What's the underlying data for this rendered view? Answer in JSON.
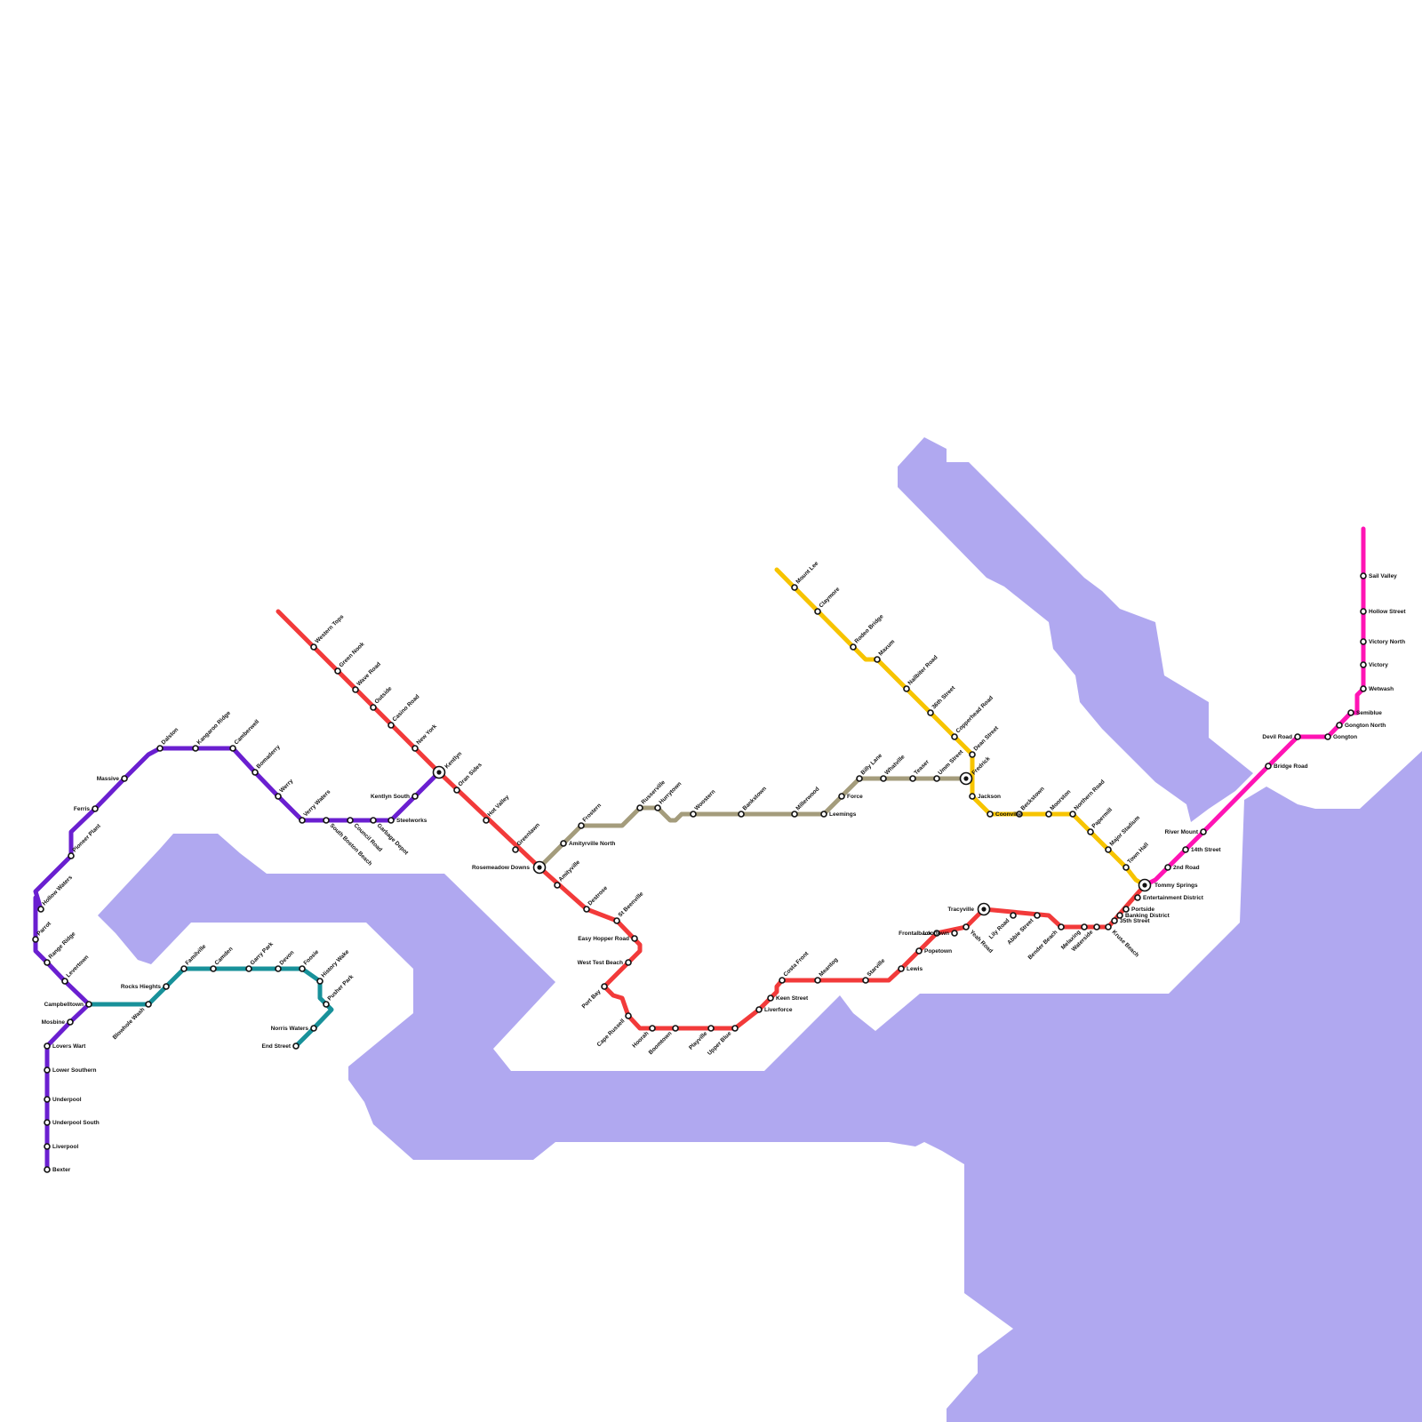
{
  "colors": {
    "background": "#ffffff",
    "water": "#b0a8f0",
    "purple": "#6a1fd0",
    "red": "#f23a3a",
    "teal": "#18919a",
    "yellow": "#f7c400",
    "taupe": "#a49c7c",
    "magenta": "#ff14b4"
  },
  "lines": [
    {
      "id": "purple",
      "color": "#6a1fd0",
      "stations": [
        {
          "name": "Bexter"
        },
        {
          "name": "Liverpool"
        },
        {
          "name": "Underpool South"
        },
        {
          "name": "Underpool"
        },
        {
          "name": "Lower Southern"
        },
        {
          "name": "Lovers Wart"
        },
        {
          "name": "Mosbine"
        },
        {
          "name": "Campbelltown"
        },
        {
          "name": "Levertown"
        },
        {
          "name": "Range Ridge"
        },
        {
          "name": "Parrot"
        },
        {
          "name": "Hollow Waters"
        },
        {
          "name": "Pioneer Plant"
        },
        {
          "name": "Ferris"
        },
        {
          "name": "Massive"
        },
        {
          "name": "Dalston"
        },
        {
          "name": "Kangaroo Ridge"
        },
        {
          "name": "Camberwell"
        },
        {
          "name": "Bomaderry"
        },
        {
          "name": "Werry"
        },
        {
          "name": "Verry Waters"
        },
        {
          "name": "South Boston Beach"
        },
        {
          "name": "Council Road"
        },
        {
          "name": "Garbage Depot"
        },
        {
          "name": "Steelworks"
        },
        {
          "name": "Kentlyn South"
        },
        {
          "name": "Kentlyn"
        }
      ]
    },
    {
      "id": "teal",
      "color": "#18919a",
      "stations": [
        {
          "name": "Campbelltown"
        },
        {
          "name": "Blowhole Wash"
        },
        {
          "name": "Rocks Hieghts"
        },
        {
          "name": "Familville"
        },
        {
          "name": "Camden"
        },
        {
          "name": "Garry Park"
        },
        {
          "name": "Devon"
        },
        {
          "name": "Foosie"
        },
        {
          "name": "History Wake"
        },
        {
          "name": "Pusher Park"
        },
        {
          "name": "Norris Waters"
        },
        {
          "name": "End Street"
        }
      ]
    },
    {
      "id": "red",
      "color": "#f23a3a",
      "stations": [
        {
          "name": "Western Tops"
        },
        {
          "name": "Green Nook"
        },
        {
          "name": "Wave Road"
        },
        {
          "name": "Outside"
        },
        {
          "name": "Casino Road"
        },
        {
          "name": "New York"
        },
        {
          "name": "Kentlyn"
        },
        {
          "name": "Oran Sides"
        },
        {
          "name": "Hot Valley"
        },
        {
          "name": "Greenlawn"
        },
        {
          "name": "Rosemeadow Downs"
        },
        {
          "name": "Amityville"
        },
        {
          "name": "Destrose"
        },
        {
          "name": "St Beenville"
        },
        {
          "name": "Easy Hopper Road"
        },
        {
          "name": "West Test Beach"
        },
        {
          "name": "Port Bay"
        },
        {
          "name": "Cape Russell"
        },
        {
          "name": "Hoorah"
        },
        {
          "name": "Boomtown"
        },
        {
          "name": "Playville"
        },
        {
          "name": "Upper Blue"
        },
        {
          "name": "Liverforce"
        },
        {
          "name": "Keen Street"
        },
        {
          "name": "Costa Front"
        },
        {
          "name": "Meantog"
        },
        {
          "name": "Starville"
        },
        {
          "name": "Lewis"
        },
        {
          "name": "Popetown"
        },
        {
          "name": "Frontalback"
        },
        {
          "name": "Loottown"
        },
        {
          "name": "Yeah Road"
        },
        {
          "name": "Tracyville"
        },
        {
          "name": "Lily Road"
        },
        {
          "name": "Abbie Street"
        },
        {
          "name": "Bender Beach"
        },
        {
          "name": "Melaxing"
        },
        {
          "name": "Waterside"
        },
        {
          "name": "Kruse Beach"
        },
        {
          "name": "35th Street"
        },
        {
          "name": "Banking District"
        },
        {
          "name": "Portside"
        },
        {
          "name": "Entertainment District"
        },
        {
          "name": "Tommy Springs"
        }
      ]
    },
    {
      "id": "taupe",
      "color": "#a49c7c",
      "stations": [
        {
          "name": "Rosemeadow Downs"
        },
        {
          "name": "Amityrville North"
        },
        {
          "name": "Frostern"
        },
        {
          "name": "Russerville"
        },
        {
          "name": "Hurrytown"
        },
        {
          "name": "Woostern"
        },
        {
          "name": "Bankstown"
        },
        {
          "name": "Millerwood"
        },
        {
          "name": "Leemings"
        },
        {
          "name": "Force"
        },
        {
          "name": "Billy Lane"
        },
        {
          "name": "Whatville"
        },
        {
          "name": "Teaser"
        },
        {
          "name": "Umm Street"
        },
        {
          "name": "Fredrick"
        }
      ]
    },
    {
      "id": "yellow",
      "color": "#f7c400",
      "stations": [
        {
          "name": "Mount Lee"
        },
        {
          "name": "Claymore"
        },
        {
          "name": "Rodeo Bridge"
        },
        {
          "name": "Maxum"
        },
        {
          "name": "Nailbiter Road"
        },
        {
          "name": "36th Street"
        },
        {
          "name": "Copperhead Road"
        },
        {
          "name": "Dean Street"
        },
        {
          "name": "Fredrick"
        },
        {
          "name": "Jackson"
        },
        {
          "name": "Coonville"
        },
        {
          "name": "Beckstown"
        },
        {
          "name": "Moorston"
        },
        {
          "name": "Northern Road"
        },
        {
          "name": "Papermill"
        },
        {
          "name": "Major Stadium"
        },
        {
          "name": "Town Hall"
        },
        {
          "name": "Tommy Springs"
        }
      ]
    },
    {
      "id": "magenta",
      "color": "#ff14b4",
      "stations": [
        {
          "name": "Tommy Springs"
        },
        {
          "name": "2nd Road"
        },
        {
          "name": "14th Street"
        },
        {
          "name": "River Mount"
        },
        {
          "name": "Bridge Road"
        },
        {
          "name": "Devil Road"
        },
        {
          "name": "Gongton"
        },
        {
          "name": "Gongton North"
        },
        {
          "name": "Semiblue"
        },
        {
          "name": "Wetwash"
        },
        {
          "name": "Victory"
        },
        {
          "name": "Victory North"
        },
        {
          "name": "Hollow Street"
        },
        {
          "name": "Sail Valley"
        }
      ]
    }
  ],
  "interchanges": [
    "Kentlyn",
    "Rosemeadow Downs",
    "Fredrick",
    "Tracyville",
    "Tommy Springs"
  ]
}
